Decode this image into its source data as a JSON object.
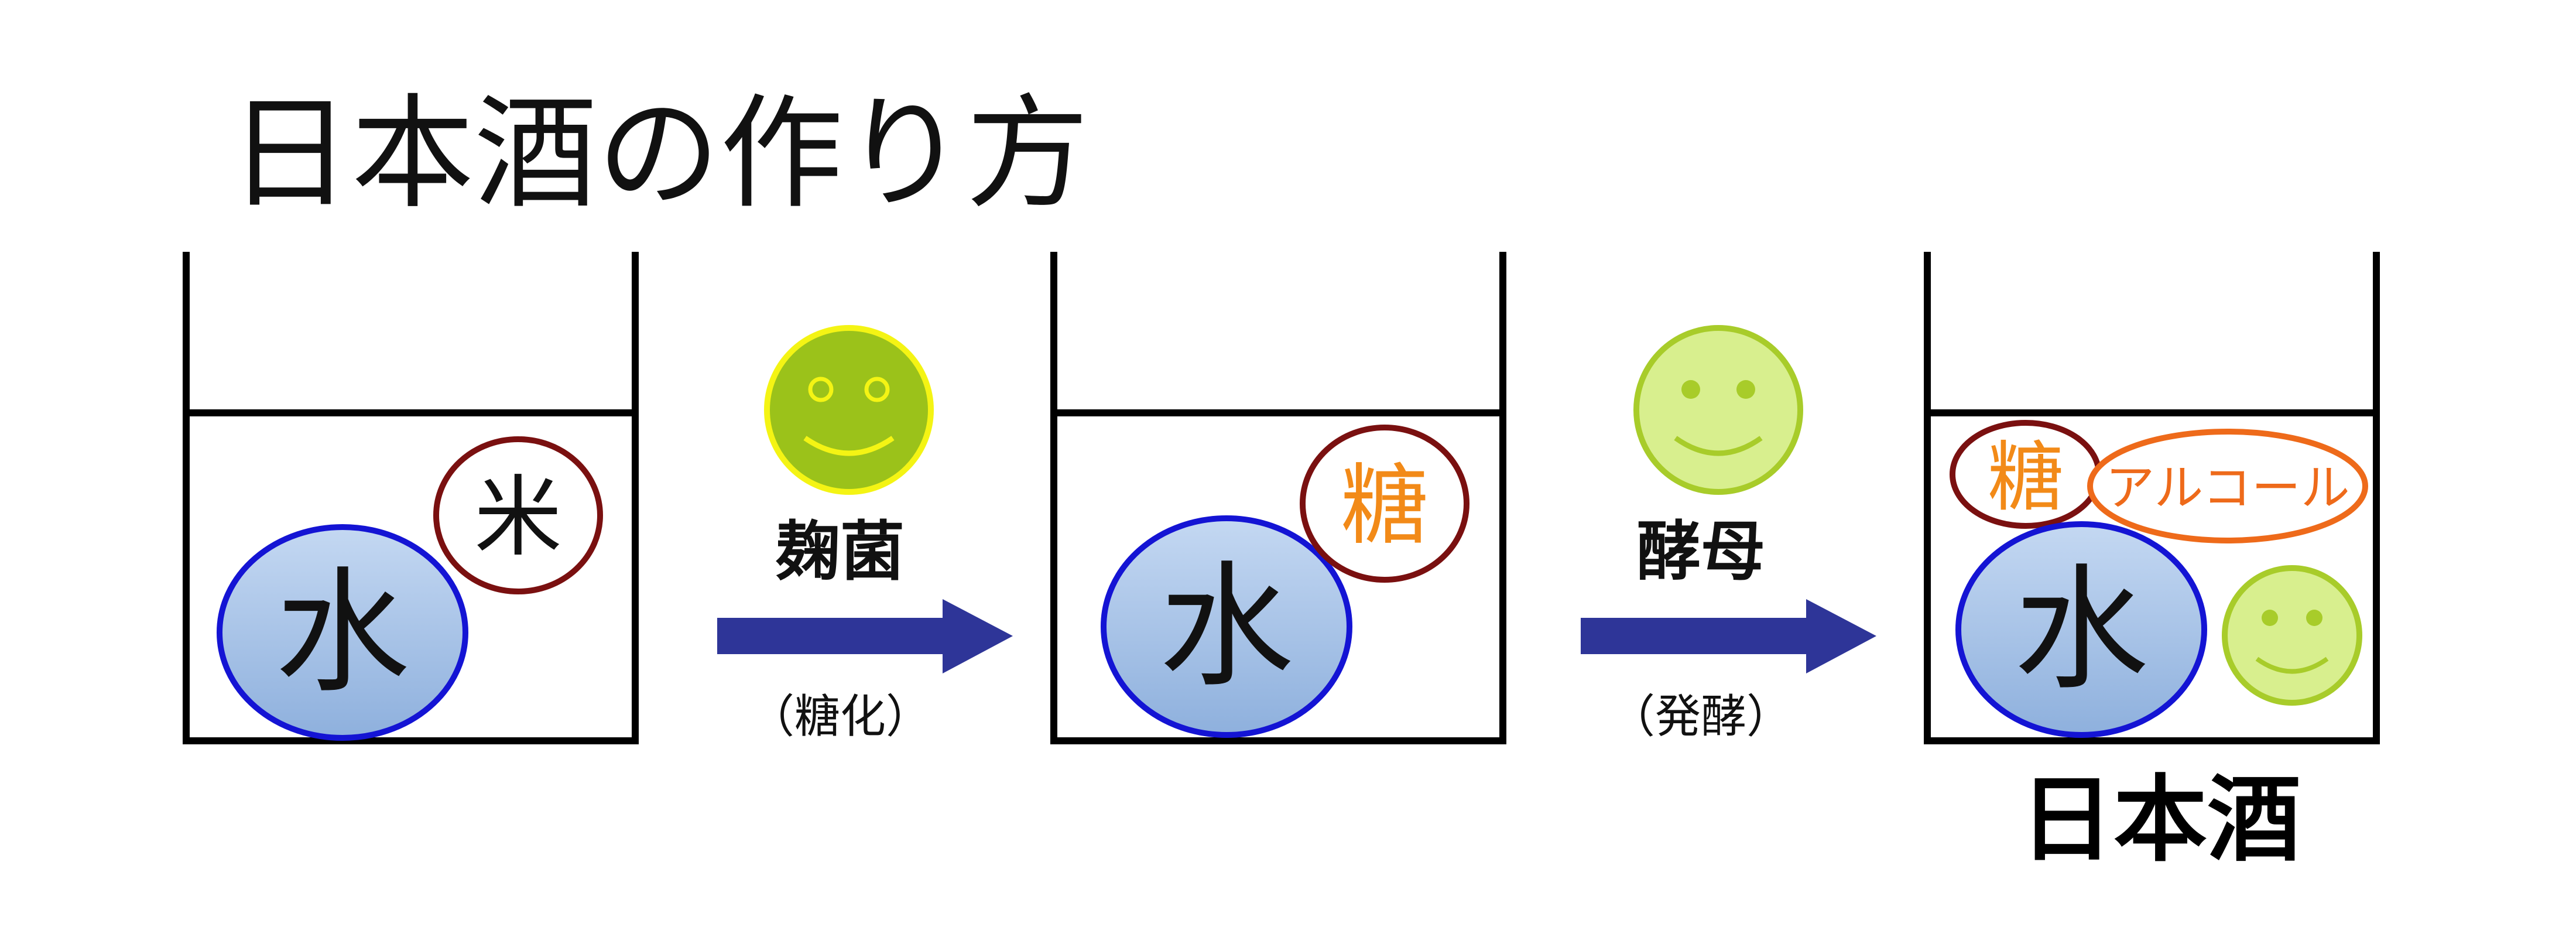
{
  "title": "日本酒の作り方",
  "beakers": [
    {
      "items": [
        {
          "label": "水"
        },
        {
          "label": "米"
        }
      ]
    },
    {
      "items": [
        {
          "label": "水"
        },
        {
          "label": "糖"
        }
      ]
    },
    {
      "items": [
        {
          "label": "糖"
        },
        {
          "label": "アルコール"
        },
        {
          "label": "水"
        }
      ],
      "caption": "日本酒"
    }
  ],
  "steps": [
    {
      "agent": "麹菌",
      "process": "（糖化）"
    },
    {
      "agent": "酵母",
      "process": "（発酵）"
    }
  ],
  "colors": {
    "water_fill": "#a9c6e8",
    "water_stroke": "#1414d4",
    "rice_stroke": "#7a1010",
    "sugar_text": "#f28a18",
    "alcohol_stroke": "#ee6a1a",
    "koji_face": "#9bc21a",
    "koji_stroke": "#f4f414",
    "yeast_face": "#d8ef8e",
    "yeast_stroke": "#a8cc2a",
    "arrow": "#2e3598"
  },
  "icons": [
    "koji-smiley-icon",
    "yeast-smiley-icon",
    "arrow-right-icon"
  ]
}
